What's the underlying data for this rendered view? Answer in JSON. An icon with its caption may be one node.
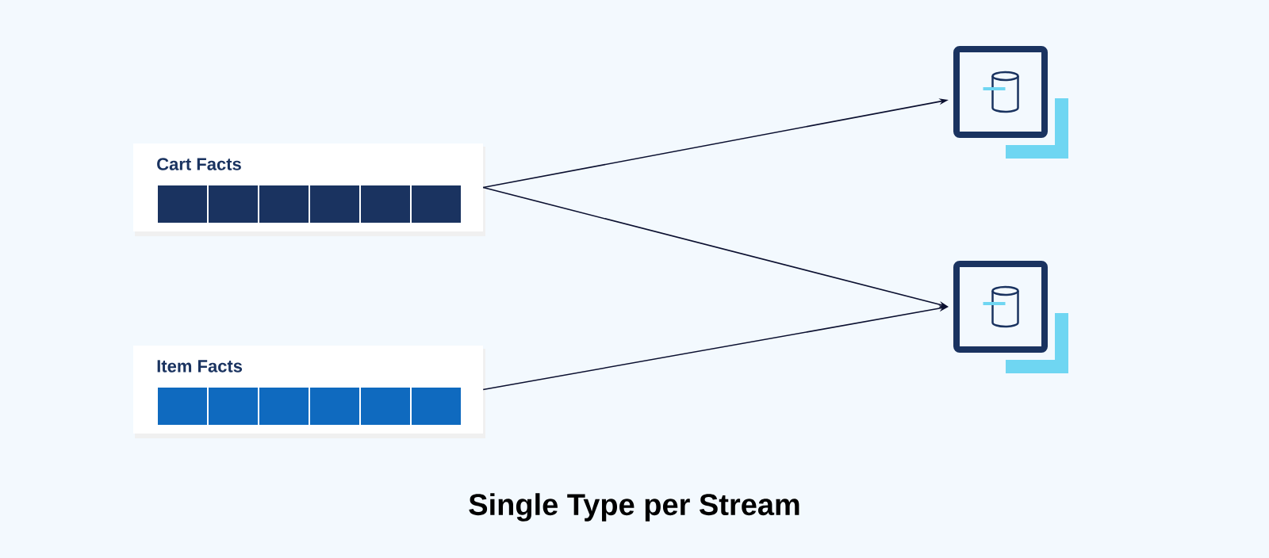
{
  "diagram": {
    "caption": "Single Type per Stream",
    "nodes": [
      {
        "text": [
          "Cart Facts"
        ]
      },
      {
        "text": [
          "Item Facts"
        ]
      },
      {
        "text": [],
        "shape": "box"
      },
      {
        "text": [],
        "shape": "box"
      }
    ],
    "edges": [
      {
        "from": 0,
        "to": 2,
        "arrow": "to"
      },
      {
        "from": 0,
        "to": 3,
        "arrow": "to"
      },
      {
        "from": 1,
        "to": 3,
        "arrow": "to"
      }
    ]
  }
}
